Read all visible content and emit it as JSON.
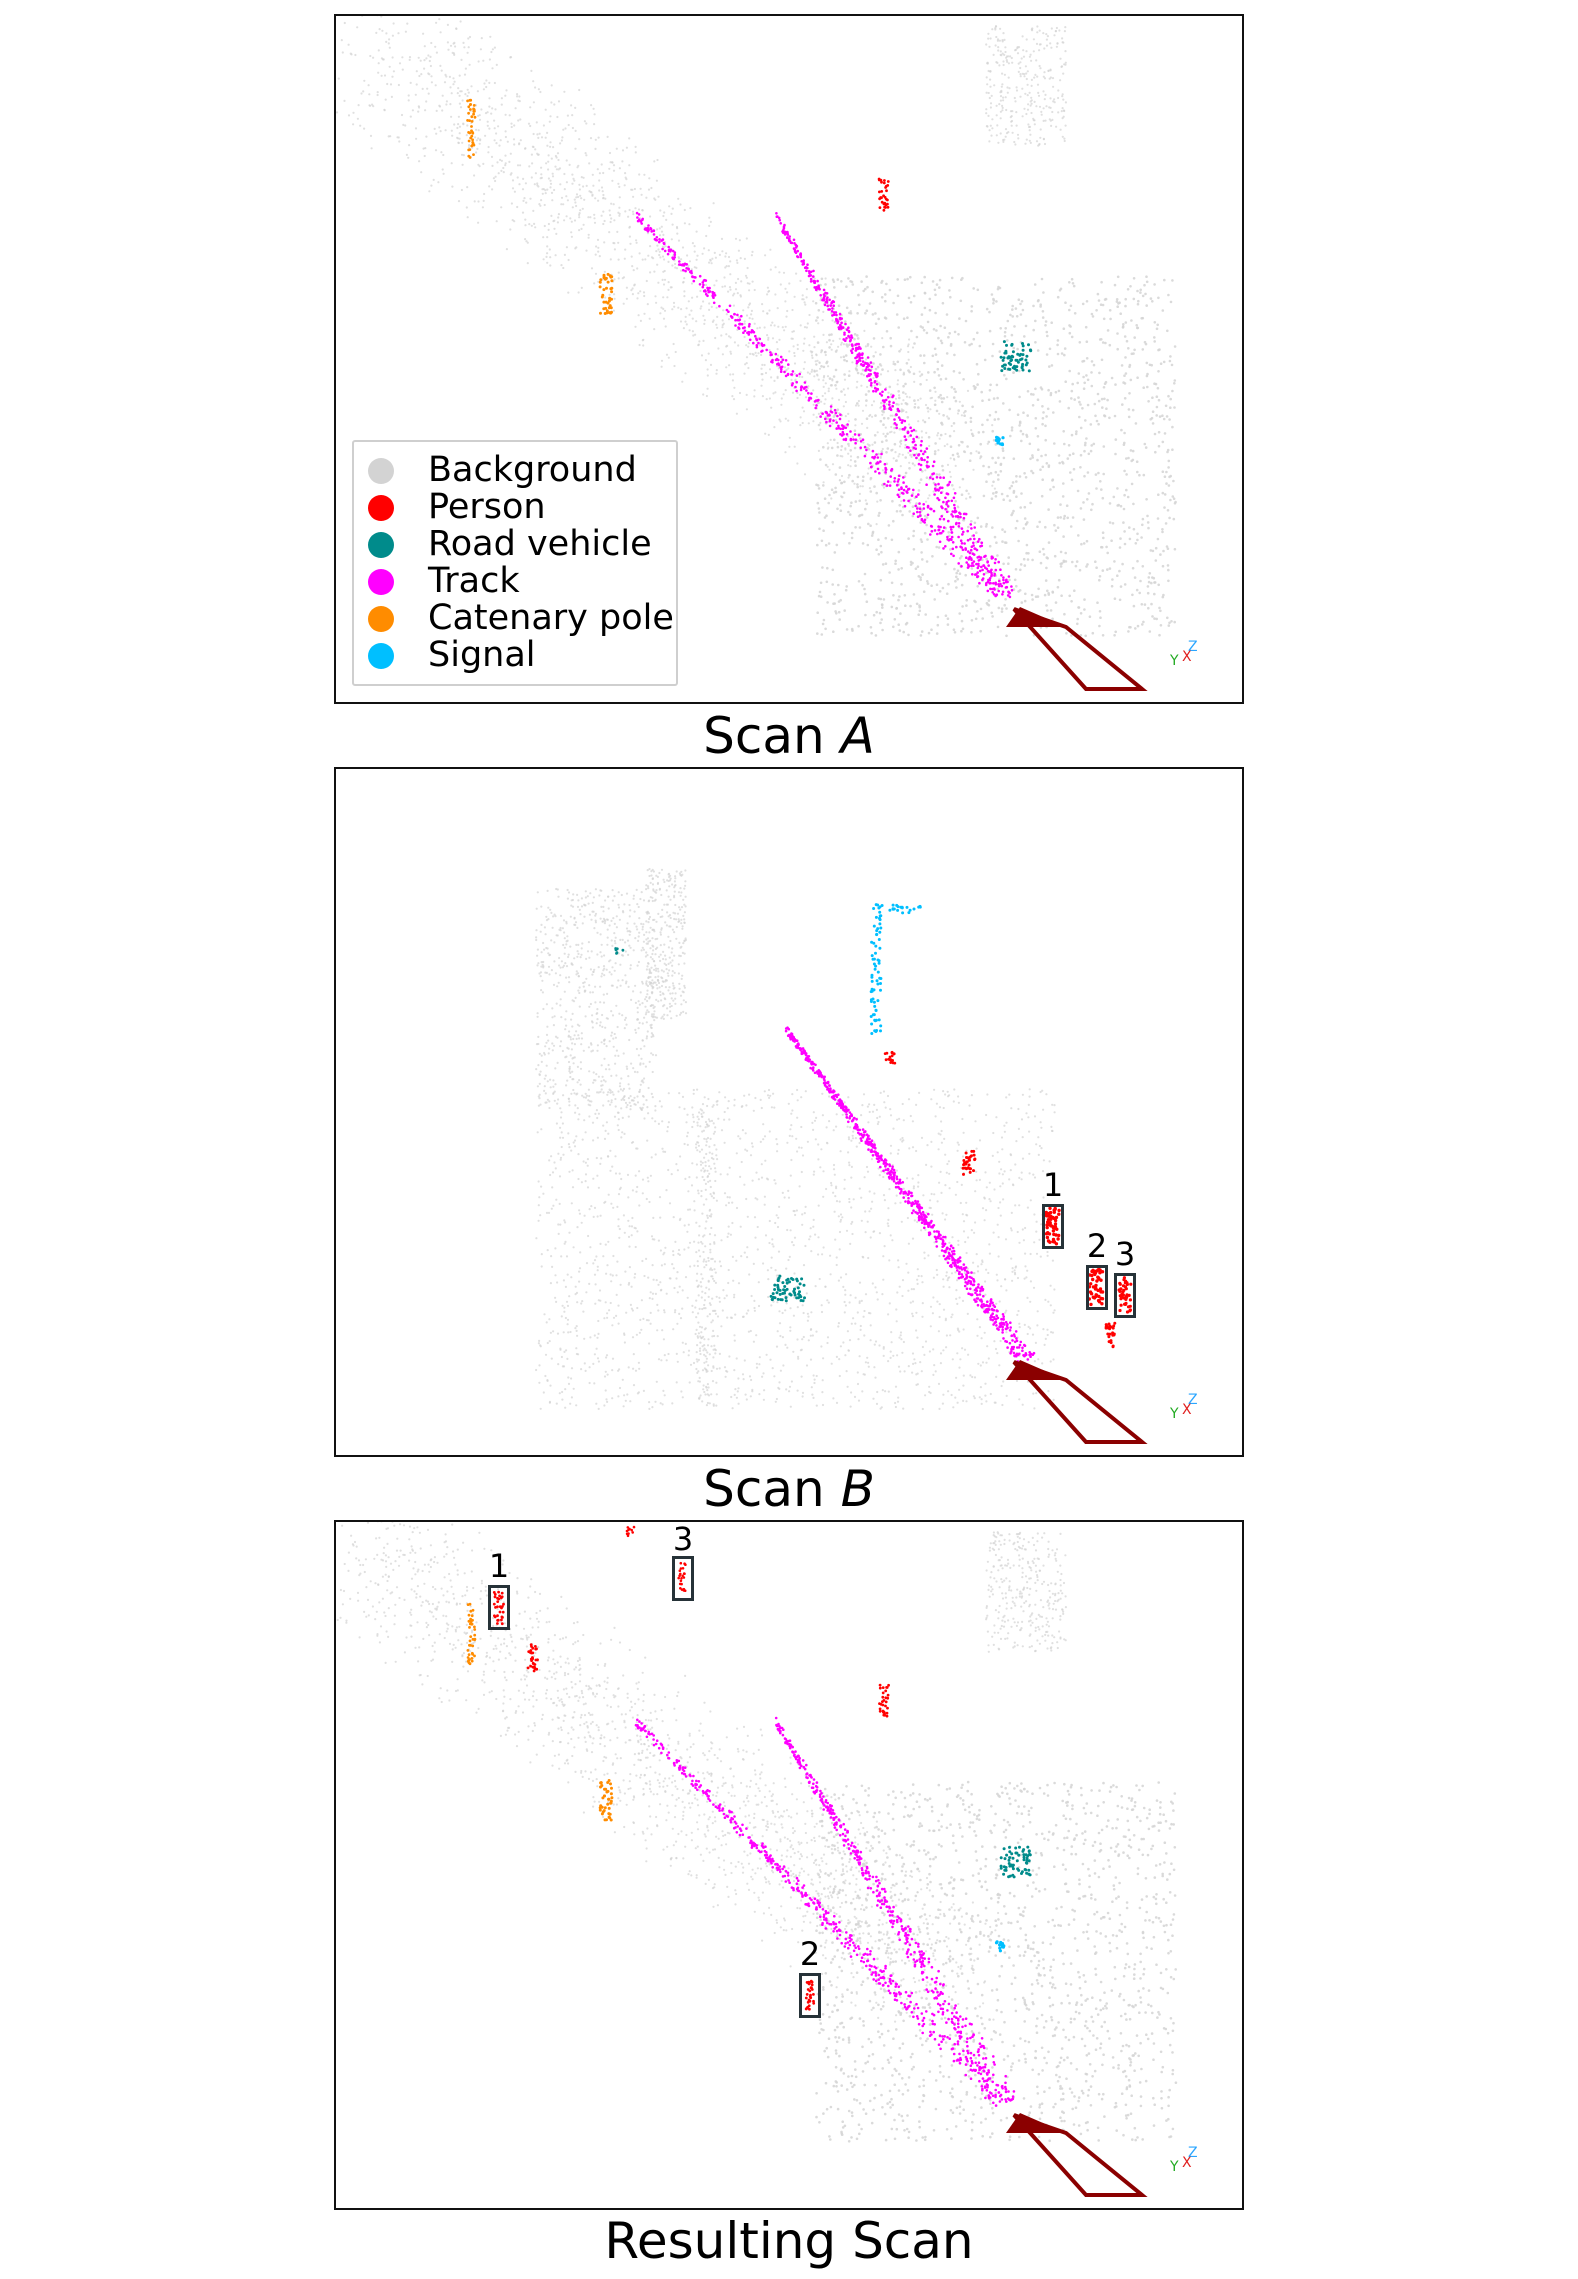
{
  "figure": {
    "panels": [
      {
        "id": "scan-a",
        "caption_prefix": "Scan ",
        "caption_italic": "A"
      },
      {
        "id": "scan-b",
        "caption_prefix": "Scan ",
        "caption_italic": "B"
      },
      {
        "id": "resulting-scan",
        "caption_prefix": "Resulting Scan",
        "caption_italic": ""
      }
    ],
    "legend": [
      {
        "label": "Background",
        "color": "#d3d3d3"
      },
      {
        "label": "Person",
        "color": "#ff0000"
      },
      {
        "label": "Road vehicle",
        "color": "#008b8b"
      },
      {
        "label": "Track",
        "color": "#ff00ff"
      },
      {
        "label": "Catenary pole",
        "color": "#ff8c00"
      },
      {
        "label": "Signal",
        "color": "#00bfff"
      }
    ],
    "axes_labels": {
      "z": "Z",
      "x": "X",
      "y": "Y"
    },
    "scan_b_boxes": [
      "1",
      "2",
      "3"
    ],
    "result_boxes": [
      "1",
      "3",
      "2"
    ],
    "colors": {
      "vehicle_frame": "#8b0000",
      "box_border": "#263238"
    }
  }
}
